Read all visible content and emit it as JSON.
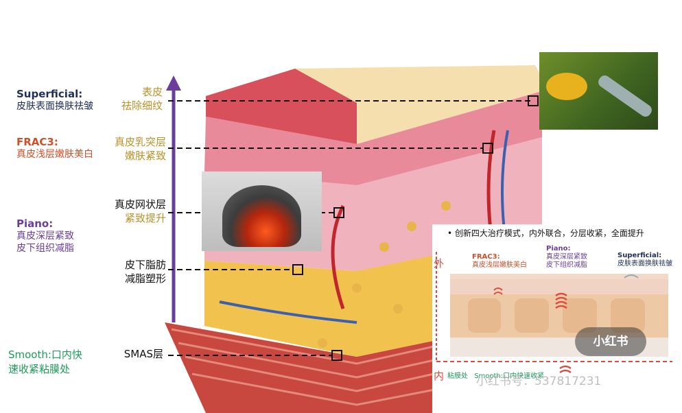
{
  "left_labels": {
    "superficial": {
      "title": "Superficial:",
      "desc": "皮肤表面换肤祛皱",
      "color": "#1f2f5c"
    },
    "frac3": {
      "title": "FRAC3:",
      "desc": "真皮浅层嫩肤美白",
      "color": "#d0502a"
    },
    "piano": {
      "title": "Piano:",
      "desc1": "真皮深层紧致",
      "desc2": "皮下组织减脂",
      "color": "#6a3e9a"
    },
    "smooth": {
      "line1": "Smooth:口内快",
      "line2": "速收紧粘膜处",
      "color": "#1e9a5a"
    }
  },
  "layers": {
    "epidermis": {
      "name": "表皮",
      "effect": "祛除细纹"
    },
    "papillary": {
      "name": "真皮乳突层",
      "effect": "嫩肤紧致"
    },
    "reticular": {
      "name": "真皮网状层",
      "effect": "紧致提升"
    },
    "subcutaneous": {
      "name": "皮下脂肪",
      "effect": "减脂塑形"
    },
    "smas": {
      "name": "SMAS层"
    }
  },
  "inset": {
    "headline": "创新四大治疗模式，内外联合，分层收紧，全面提升",
    "outer": "外",
    "inner": "内",
    "frac3_title": "FRAC3:",
    "frac3_desc": "真皮浅层嫩肤美白",
    "piano_title": "Piano:",
    "piano_desc1": "真皮深层紧致",
    "piano_desc2": "皮下组织减脂",
    "superficial_title": "Superficial:",
    "superficial_desc": "皮肤表面换肤祛皱",
    "bottom_mucosa": "粘膜处",
    "bottom_smooth": "Smooth:口内快速收紧"
  },
  "watermark": {
    "badge": "小红书",
    "id": "小红书号：537817231"
  },
  "colors": {
    "gold": "#b8922a",
    "arrow": "#6a3e9a",
    "inset_red": "#e04a3a"
  }
}
